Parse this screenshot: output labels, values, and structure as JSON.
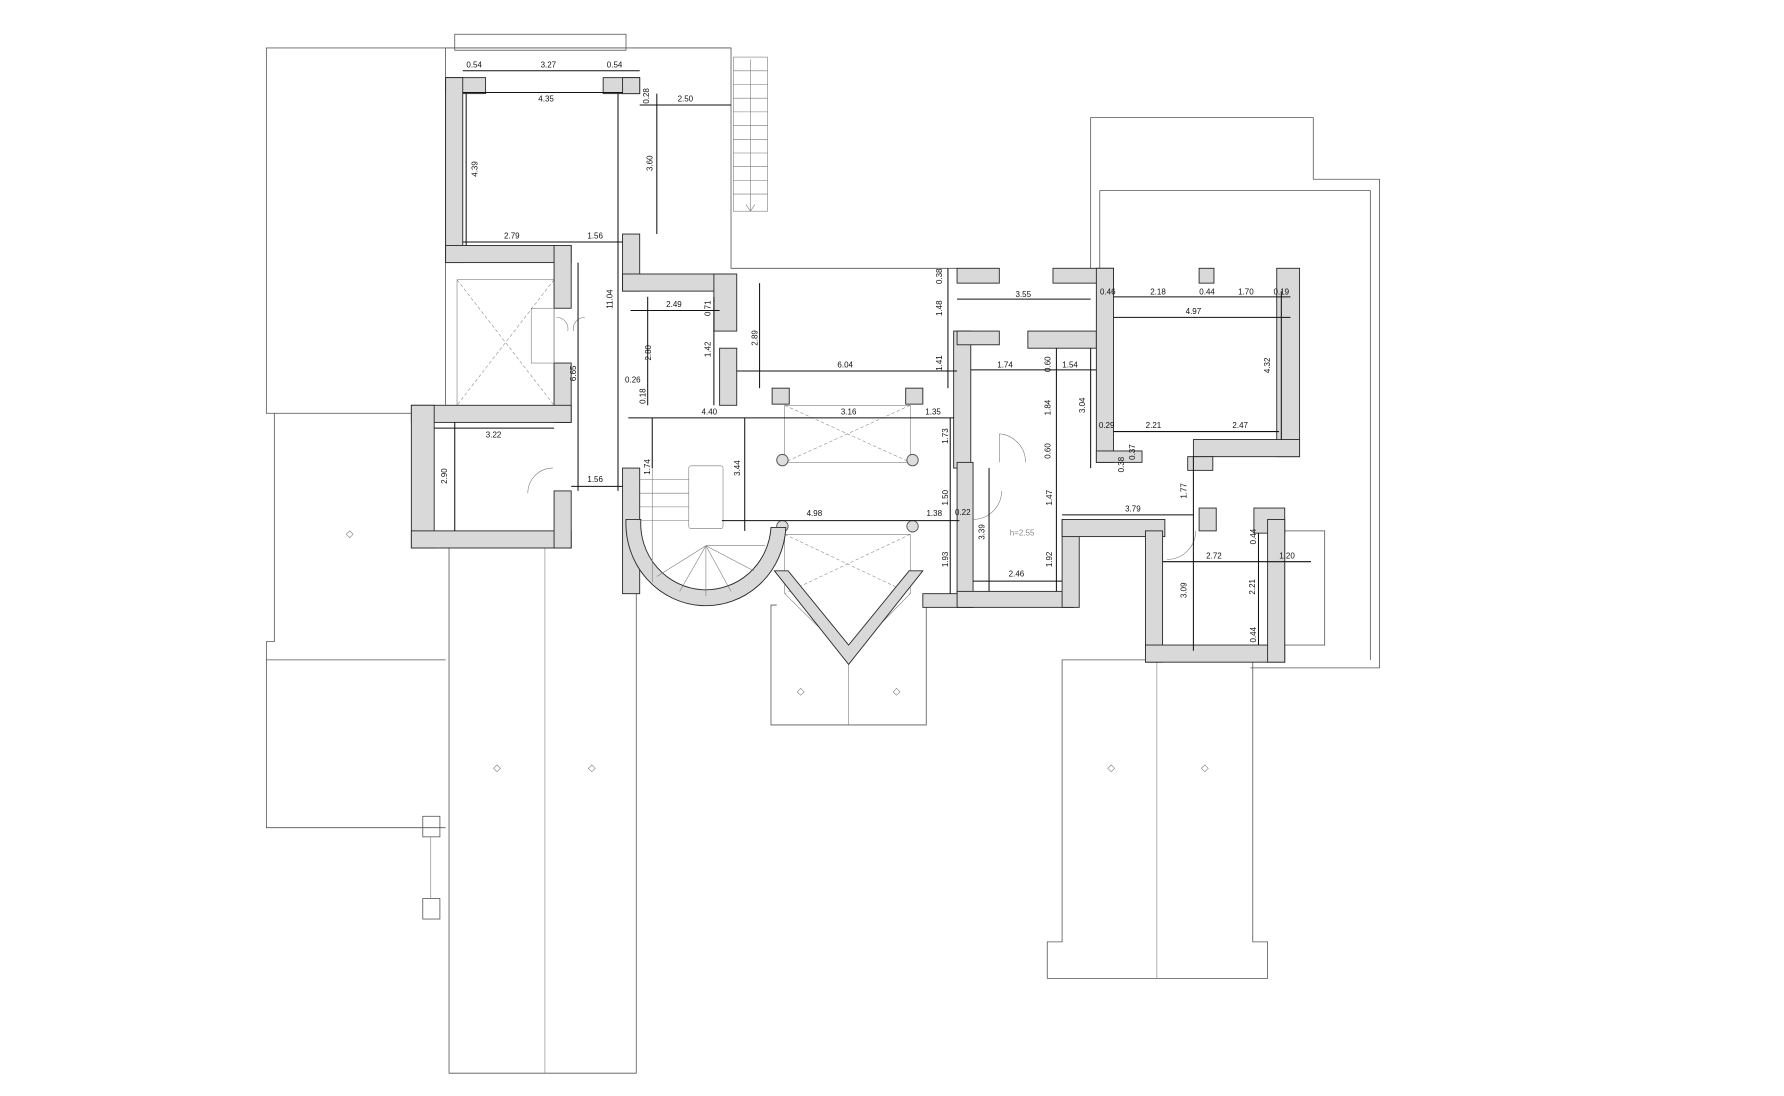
{
  "drawing": {
    "height_note": "h=2.55",
    "labels": [
      "0.54",
      "3.27",
      "0.54",
      "4.35",
      "0.28",
      "2.50",
      "4.39",
      "3.60",
      "2.79",
      "1.56",
      "11.04",
      "2.49",
      "0.71",
      "2.80",
      "1.42",
      "2.89",
      "6.04",
      "0.38",
      "1.48",
      "1.41",
      "3.55",
      "0.46",
      "2.18",
      "0.44",
      "1.70",
      "0.19",
      "4.97",
      "4.32",
      "1.74",
      "0.60",
      "1.54",
      "1.84",
      "3.04",
      "0.60",
      "0.29",
      "2.21",
      "2.47",
      "0.37",
      "0.38",
      "6.65",
      "0.26",
      "0.18",
      "4.40",
      "3.16",
      "1.35",
      "1.73",
      "1.74",
      "3.22",
      "2.90",
      "1.56",
      "3.44",
      "1.47",
      "1.50",
      "1.77",
      "3.79",
      "4.98",
      "1.38",
      "0.22",
      "3.39",
      "1.93",
      "1.92",
      "2.46",
      "0.44",
      "2.72",
      "1.20",
      "3.09",
      "2.21",
      "0.44"
    ]
  }
}
